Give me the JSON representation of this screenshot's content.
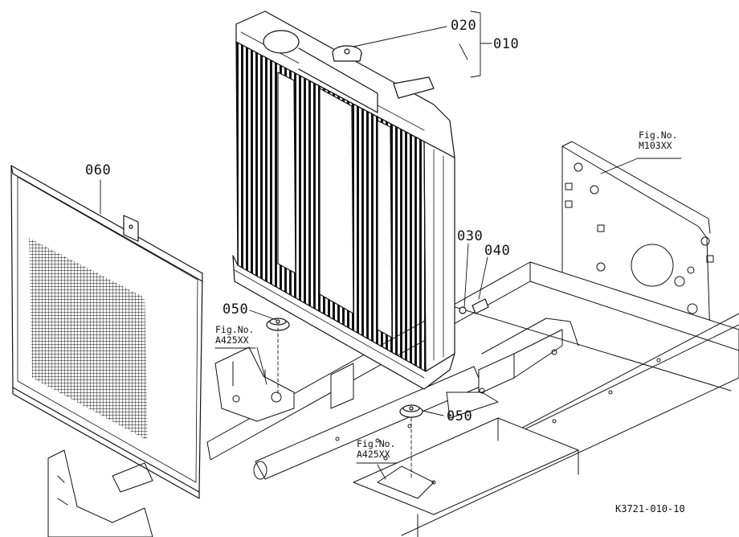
{
  "parts": {
    "p010": "010",
    "p020": "020",
    "p030": "030",
    "p040": "040",
    "p050a": "050",
    "p050b": "050",
    "p060": "060"
  },
  "refs": {
    "fig_prefix": "Fig.No.",
    "m103": "M103XX",
    "a425_left": "A425XX",
    "a425_bottom": "A425XX"
  },
  "diagram_code": "K3721-010-10",
  "colors": {
    "ink": "#111111",
    "paper": "#ffffff"
  }
}
